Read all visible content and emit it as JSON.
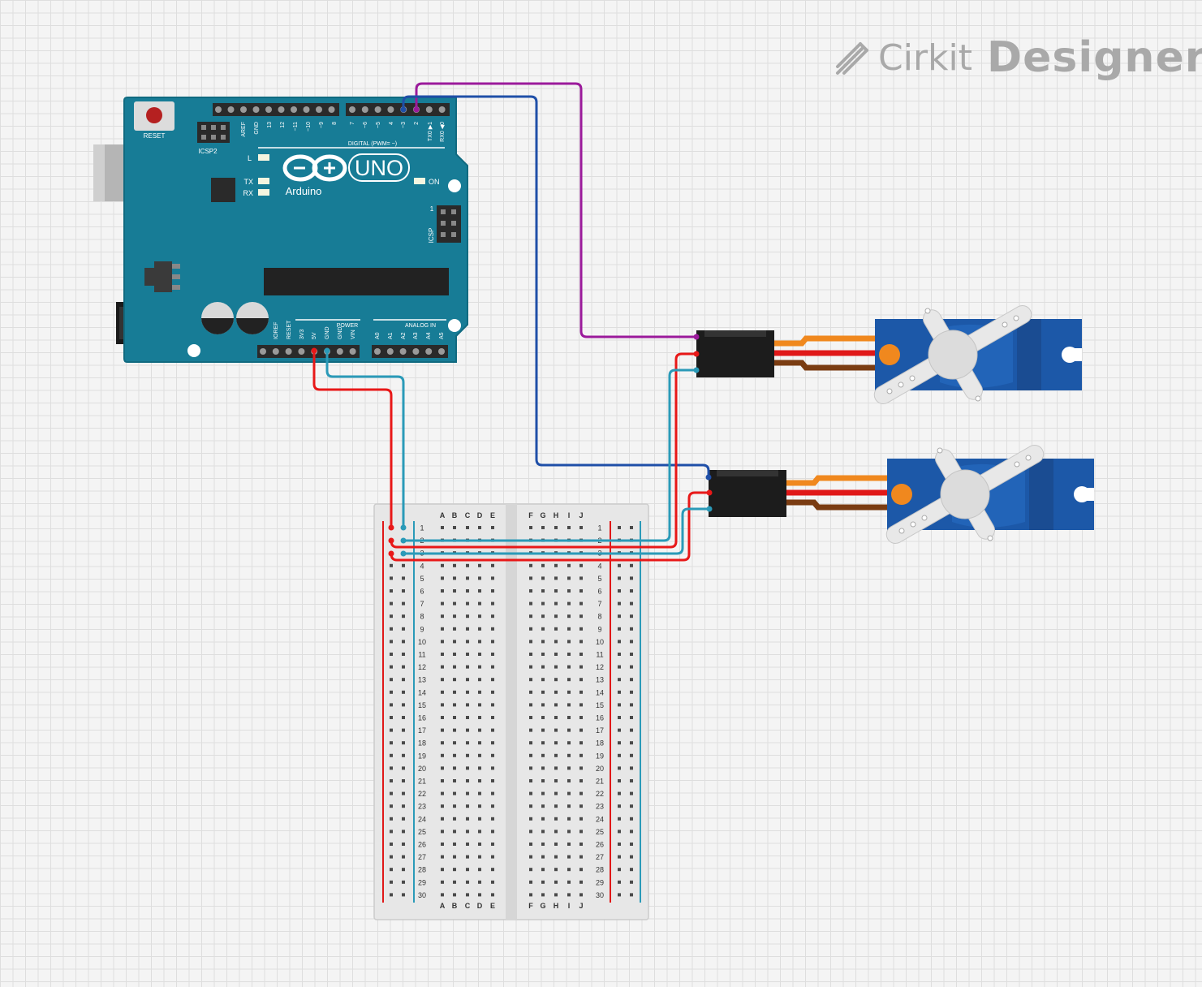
{
  "branding": {
    "name_light": "Cirkit",
    "name_bold": "Designer",
    "logo_icon": "cirkit-pen-icon"
  },
  "arduino": {
    "model": "UNO",
    "maker": "Arduino",
    "reset_label": "RESET",
    "icsp2_label": "ICSP2",
    "icsp_label": "ICSP",
    "icsp_pin1": "1",
    "led_labels": {
      "l": "L",
      "tx": "TX",
      "rx": "RX",
      "on": "ON"
    },
    "digital_header_label": "DIGITAL (PWM= ~)",
    "top_pin_labels": [
      "AREF",
      "GND",
      "13",
      "12",
      "~11",
      "~10",
      "~9",
      "8",
      "7",
      "~6",
      "~5",
      "4",
      "~3",
      "2",
      "TX0 ▶1",
      "RX0 ◀0"
    ],
    "power_header_label": "POWER",
    "analog_header_label": "ANALOG IN",
    "power_pin_labels": [
      "IOREF",
      "RESET",
      "3V3",
      "5V",
      "GND",
      "GND",
      "VIN"
    ],
    "analog_pin_labels": [
      "A0",
      "A1",
      "A2",
      "A3",
      "A4",
      "A5"
    ]
  },
  "breadboard": {
    "column_letters_left": [
      "A",
      "B",
      "C",
      "D",
      "E"
    ],
    "column_letters_right": [
      "F",
      "G",
      "H",
      "I",
      "J"
    ],
    "row_count": 30
  },
  "servos": [
    {
      "name": "servo-1",
      "lead_colors": [
        "#f0881e",
        "#e01818",
        "#7a3c12"
      ]
    },
    {
      "name": "servo-2",
      "lead_colors": [
        "#f0881e",
        "#e01818",
        "#7a3c12"
      ]
    }
  ],
  "wires": [
    {
      "name": "wire-pin2-to-servo1-signal",
      "color": "#9b1a9b"
    },
    {
      "name": "wire-pin3-to-servo2-signal",
      "color": "#1f4fa8"
    },
    {
      "name": "wire-5v-to-breadboard",
      "color": "#e81818"
    },
    {
      "name": "wire-gnd-to-breadboard",
      "color": "#2a9ab8"
    },
    {
      "name": "wire-breadboard-to-servo1-power",
      "color": "#e81818"
    },
    {
      "name": "wire-breadboard-to-servo1-ground",
      "color": "#2a9ab8"
    },
    {
      "name": "wire-breadboard-to-servo2-power",
      "color": "#e81818"
    },
    {
      "name": "wire-breadboard-to-servo2-ground",
      "color": "#2a9ab8"
    }
  ]
}
